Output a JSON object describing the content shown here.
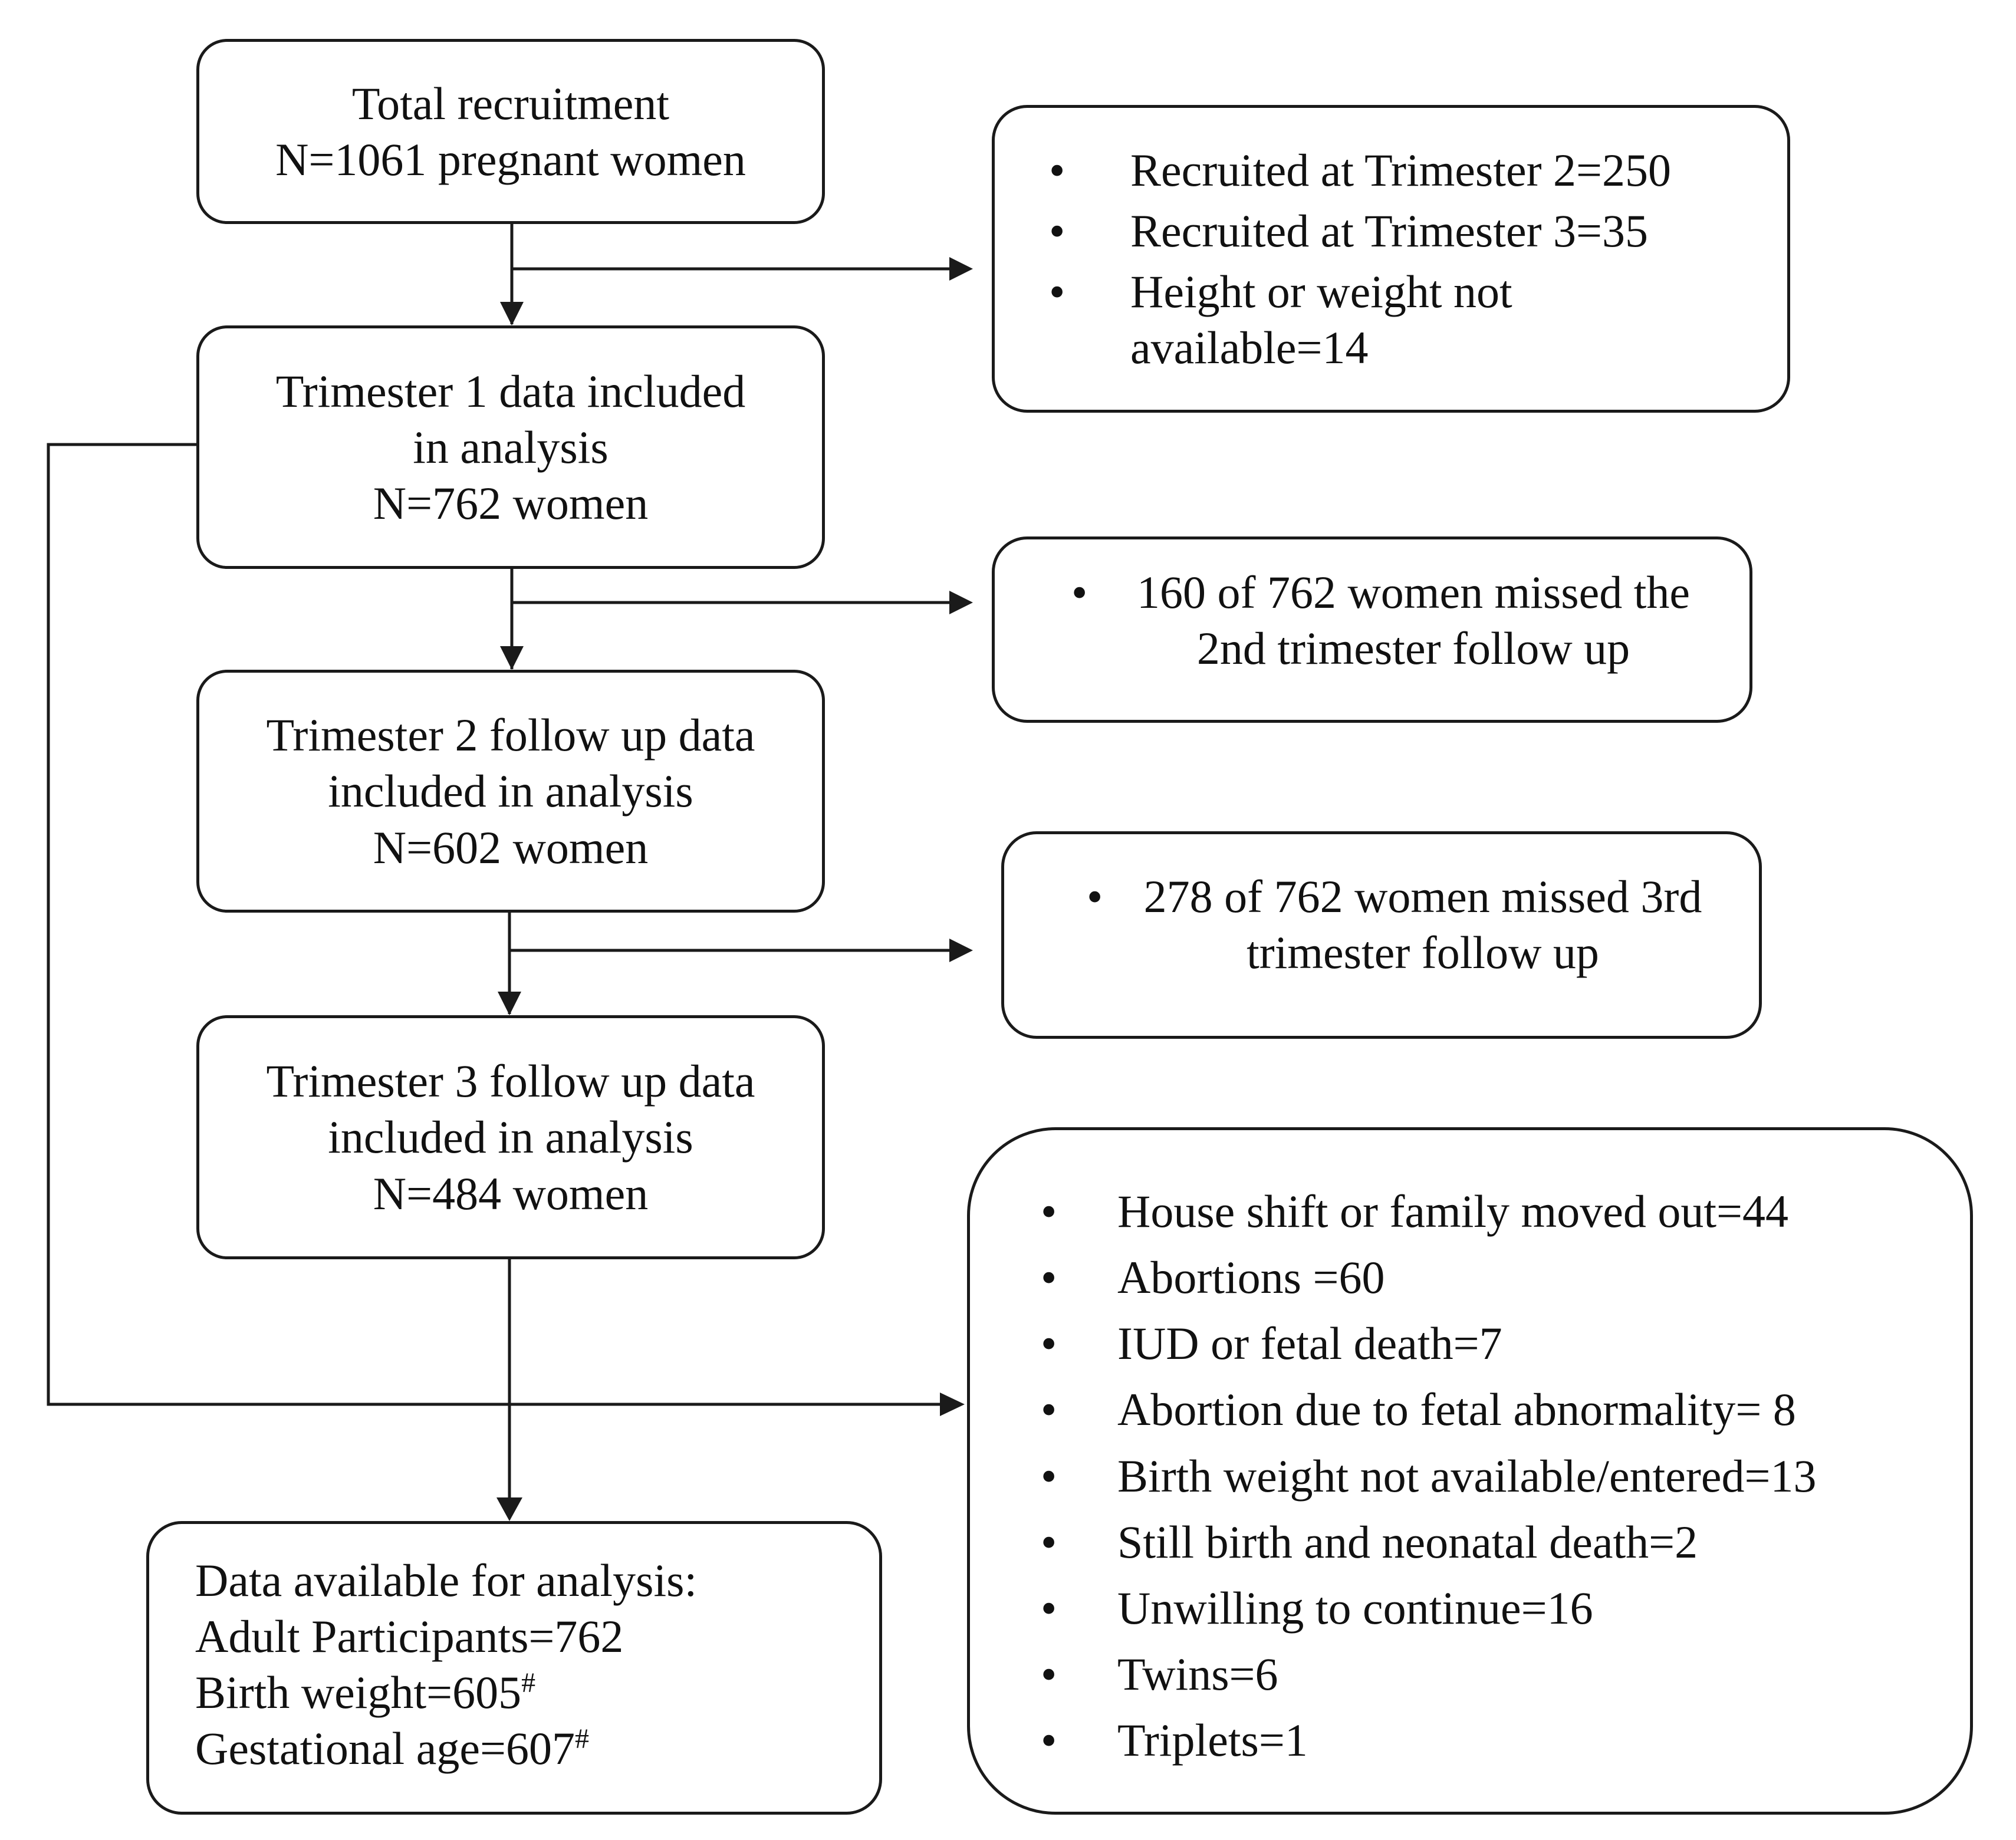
{
  "boxes": {
    "recruitment": {
      "line1": "Total recruitment",
      "line2": "N=1061 pregnant women"
    },
    "trimester1": {
      "line1": "Trimester 1 data included",
      "line2": "in analysis",
      "line3": "N=762 women"
    },
    "trimester2": {
      "line1": "Trimester 2 follow up data",
      "line2": "included in analysis",
      "line3": "N=602 women"
    },
    "trimester3": {
      "line1": "Trimester 3 follow up data",
      "line2": "included in analysis",
      "line3": "N=484 women"
    },
    "final": {
      "line1": "Data available for analysis:",
      "line2": "Adult Participants=762",
      "line3": "Birth weight=605",
      "line3_mark": "#",
      "line4": "Gestational age=607",
      "line4_mark": "#"
    }
  },
  "exclusions": {
    "after_recruitment": [
      "Recruited at Trimester 2=250",
      "Recruited at Trimester 3=35",
      "Height or weight not available=14"
    ],
    "after_trimester1": [
      "160 of 762 women missed the 2nd trimester follow up"
    ],
    "after_trimester2": [
      "278 of 762 women missed 3rd trimester follow up"
    ],
    "after_trimester3": [
      "House shift or family moved out=44",
      "Abortions =60",
      "IUD or fetal death=7",
      "Abortion due to fetal abnormality= 8",
      "Birth weight not available/entered=13",
      "Still birth and neonatal death=2",
      "Unwilling to continue=16",
      "Twins=6",
      "Triplets=1"
    ]
  },
  "bullet_symbol": "•",
  "colors": {
    "stroke": "#1a1a1a",
    "background": "#ffffff",
    "text": "#111111"
  }
}
